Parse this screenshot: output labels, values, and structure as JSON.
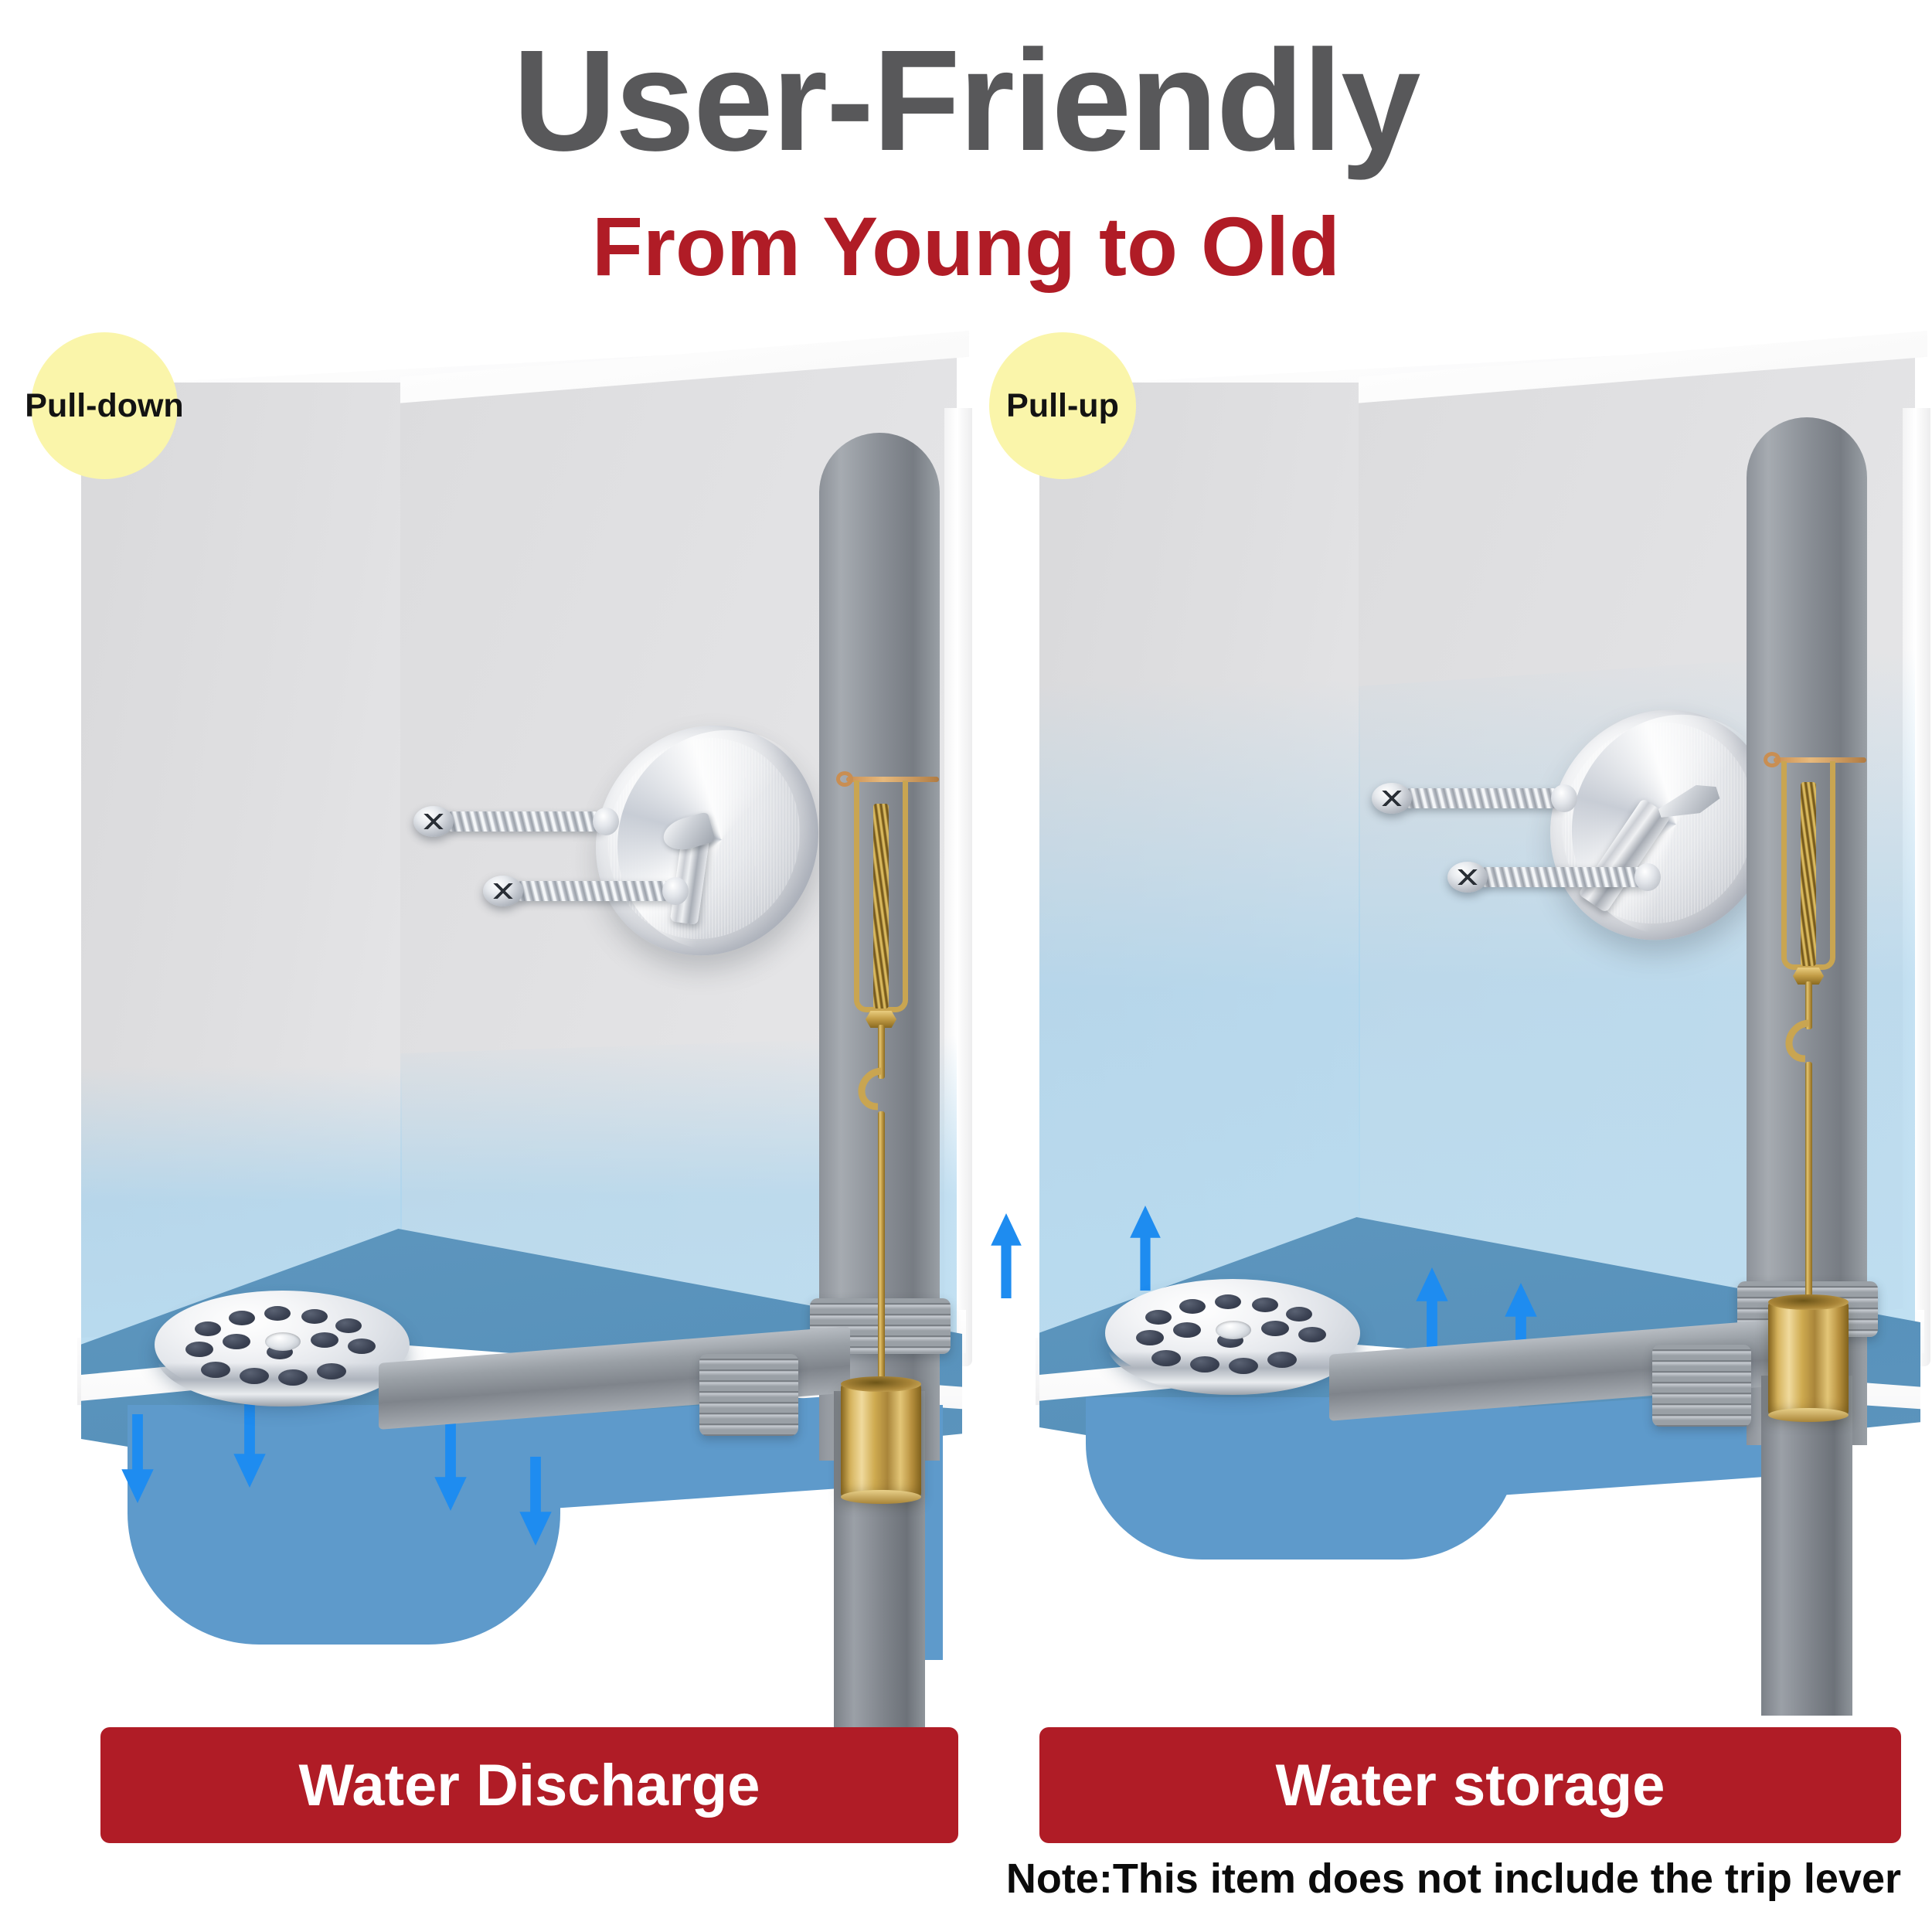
{
  "header": {
    "title": "User-Friendly",
    "subtitle": "From Young to Old",
    "title_color": "#58585A",
    "subtitle_color": "#B01C26"
  },
  "panels": [
    {
      "id": "water-discharge",
      "badge": "Pull-down",
      "banner": "Water Discharge",
      "flow_direction": "down",
      "arrow_count": 4,
      "water_level": "low",
      "lever_position": "down",
      "plunger_position": "lowered",
      "drain_state": "open"
    },
    {
      "id": "water-storage",
      "badge": "Pull-up",
      "banner": "Water storage",
      "flow_direction": "up",
      "arrow_count": 4,
      "water_level": "high",
      "lever_position": "up",
      "plunger_position": "raised",
      "drain_state": "closed"
    }
  ],
  "note": "Note:This item does not include the trip lever",
  "colors": {
    "badge_bg": "#FAF5AA",
    "banner_bg": "#B01C26",
    "arrow_blue": "#1E8CF0",
    "water_blue": "#5B93BD",
    "tub_gray": "#DCDCDE",
    "chrome": "#CFD4DB",
    "brass": "#C9A551"
  },
  "icons": {
    "arrow_down": "arrow-down-icon",
    "arrow_up": "arrow-up-icon",
    "overflow_plate": "overflow-plate-icon",
    "drain_strainer": "drain-strainer-icon",
    "screw": "screw-icon",
    "plunger": "brass-plunger-icon",
    "trip_lever": "trip-lever-icon"
  }
}
